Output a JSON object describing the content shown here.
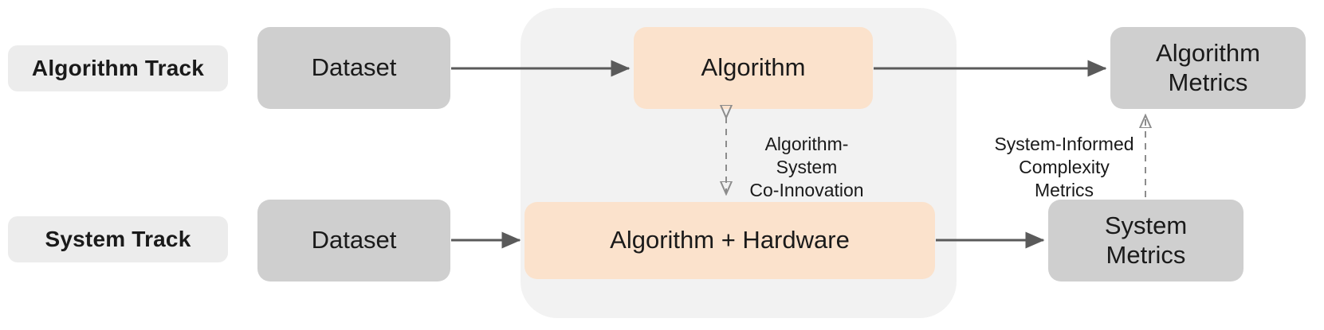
{
  "diagram": {
    "title": "Algorithm Track and System Track benchmark pipeline",
    "background_color": "#ffffff",
    "group_container": {
      "name": "co-innovation-zone",
      "fill": "#f2f2f2"
    },
    "colors": {
      "track_label_bg": "#ececec",
      "gray_box_bg": "#cfcfcf",
      "peach_box_bg": "#fbe2cc",
      "arrow": "#5a5a5a",
      "dashed_arrow": "#8c8c8c",
      "text": "#1a1a1a"
    },
    "tracks": [
      {
        "id": "algorithm-track",
        "label": "Algorithm Track",
        "nodes": {
          "dataset": "Dataset",
          "process": "Algorithm",
          "metrics": "Algorithm\nMetrics"
        }
      },
      {
        "id": "system-track",
        "label": "System Track",
        "nodes": {
          "dataset": "Dataset",
          "process": "Algorithm + Hardware",
          "metrics": "System\nMetrics"
        }
      }
    ],
    "annotations": [
      {
        "id": "co-innovation",
        "text": "Algorithm-System\nCo-Innovation",
        "arrow_style": "dashed",
        "direction": "bidirectional"
      },
      {
        "id": "complexity-metrics",
        "text": "System-Informed\nComplexity Metrics",
        "arrow_style": "dashed",
        "direction": "upward"
      }
    ],
    "flow_arrows": [
      {
        "id": "algo-dataset-to-algorithm",
        "style": "solid"
      },
      {
        "id": "algorithm-to-algorithm-metrics",
        "style": "solid"
      },
      {
        "id": "sys-dataset-to-algorithm-hardware",
        "style": "solid"
      },
      {
        "id": "algorithm-hardware-to-system-metrics",
        "style": "solid"
      }
    ]
  }
}
